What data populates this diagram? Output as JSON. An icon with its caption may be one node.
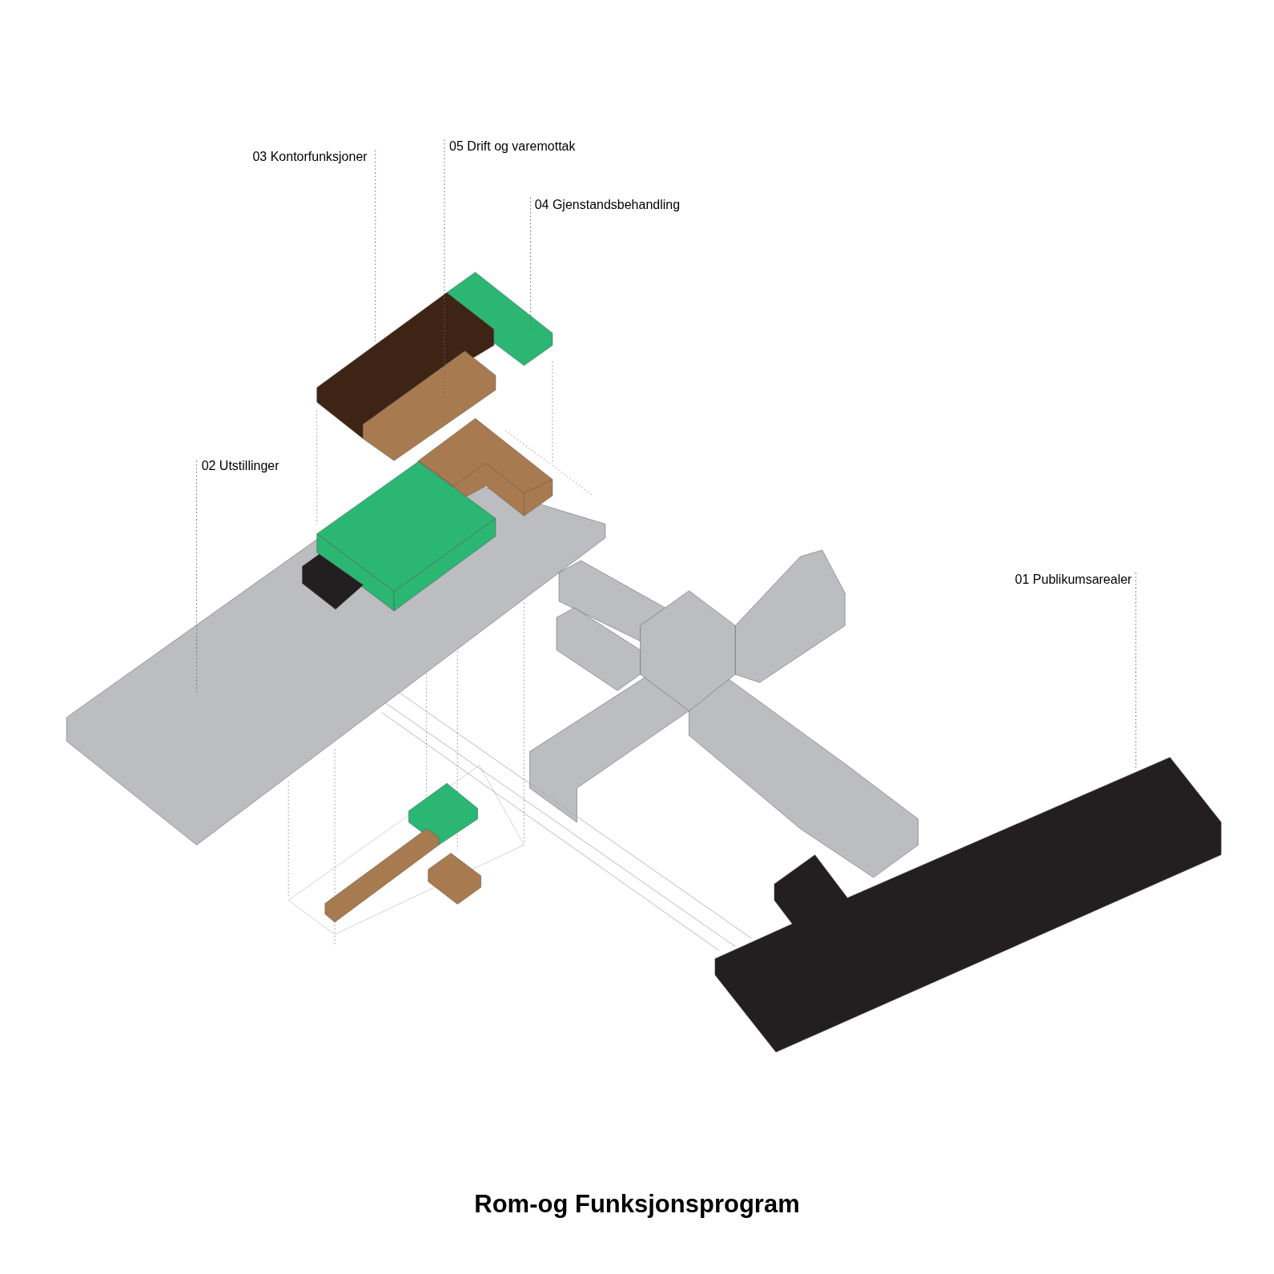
{
  "diagram": {
    "title": "Rom-og Funksjonsprogram",
    "nodes": [
      {
        "text": [
          "03 Kontorfunksjoner"
        ]
      },
      {
        "text": [
          "05 Drift og varemottak"
        ]
      },
      {
        "text": [
          "04 Gjenstandsbehandling"
        ]
      },
      {
        "text": [
          "02 Utstillinger"
        ]
      },
      {
        "text": [
          "01 Publikumsarealer"
        ]
      },
      {
        "text": [],
        "shape": "box"
      },
      {
        "text": [],
        "shape": "box"
      },
      {
        "text": [],
        "shape": "box"
      },
      {
        "text": [],
        "shape": "box"
      },
      {
        "text": [],
        "shape": "box"
      }
    ],
    "edges": [
      {
        "from": 0,
        "to": 5,
        "arrow": "none",
        "style": "dashed"
      },
      {
        "from": 1,
        "to": 6,
        "arrow": "none",
        "style": "dashed"
      },
      {
        "from": 2,
        "to": 7,
        "arrow": "none",
        "style": "dashed"
      },
      {
        "from": 3,
        "to": 8,
        "arrow": "none",
        "style": "dashed"
      },
      {
        "from": 4,
        "to": 9,
        "arrow": "none",
        "style": "dashed"
      }
    ]
  }
}
